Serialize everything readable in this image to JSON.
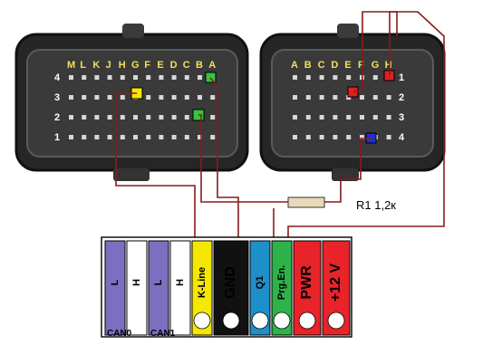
{
  "connector_left": {
    "columns": [
      "M",
      "L",
      "K",
      "J",
      "H",
      "G",
      "F",
      "E",
      "D",
      "C",
      "B",
      "A"
    ],
    "rows": [
      "4",
      "3",
      "2",
      "1"
    ]
  },
  "connector_right": {
    "columns": [
      "A",
      "B",
      "C",
      "D",
      "E",
      "F",
      "G",
      "H"
    ],
    "rows": [
      "1",
      "2",
      "3",
      "4"
    ]
  },
  "resistor": {
    "label": "R1 1,2к"
  },
  "terminals": [
    {
      "label": "L",
      "color": "#7b6fbf",
      "group": "CAN0"
    },
    {
      "label": "H",
      "color": "#ffffff",
      "group": "CAN0"
    },
    {
      "label": "L",
      "color": "#7b6fbf",
      "group": "CAN1"
    },
    {
      "label": "H",
      "color": "#ffffff",
      "group": "CAN1"
    },
    {
      "label": "K-Line",
      "color": "#f4e700"
    },
    {
      "label": "GND",
      "color": "#111111"
    },
    {
      "label": "Q1",
      "color": "#1d8fc9"
    },
    {
      "label": "Prg.En.",
      "color": "#2db34a"
    },
    {
      "label": "PWR",
      "color": "#e8232a"
    },
    {
      "label": "+12 V",
      "color": "#e8232a"
    }
  ],
  "group_labels": {
    "can0": "CAN0",
    "can1": "CAN1"
  },
  "colors": {
    "wire": "#8a1a1a",
    "connector": "#2a2a2a",
    "pin_yellow": "#f4e700",
    "pin_green": "#35c43a",
    "pin_red": "#e02020",
    "pin_blue": "#2030d0"
  }
}
